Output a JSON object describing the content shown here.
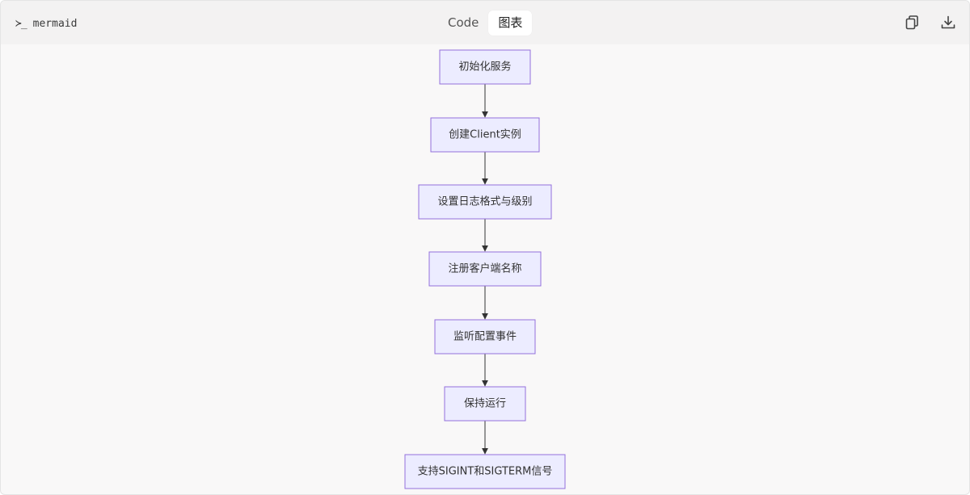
{
  "header": {
    "prompt_glyph": "≻_",
    "language": "mermaid",
    "tabs": [
      {
        "label": "Code",
        "active": false
      },
      {
        "label": "图表",
        "active": true
      }
    ],
    "icons": [
      "copy-icon",
      "download-icon"
    ]
  },
  "diagram": {
    "type": "flowchart",
    "direction": "TD",
    "colors": {
      "node_fill": "#ececff",
      "node_stroke": "#9370db",
      "edge": "#333333"
    },
    "nodes": [
      {
        "label": "初始化服务"
      },
      {
        "label": "创建Client实例"
      },
      {
        "label": "设置日志格式与级别"
      },
      {
        "label": "注册客户端名称"
      },
      {
        "label": "监听配置事件"
      },
      {
        "label": "保持运行"
      },
      {
        "label": "支持SIGINT和SIGTERM信号"
      }
    ],
    "edges": [
      [
        0,
        1
      ],
      [
        1,
        2
      ],
      [
        2,
        3
      ],
      [
        3,
        4
      ],
      [
        4,
        5
      ],
      [
        5,
        6
      ]
    ]
  }
}
